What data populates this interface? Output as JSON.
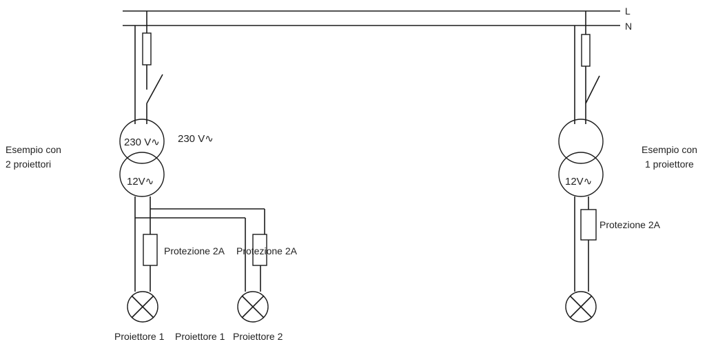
{
  "bus": {
    "line_label": "L",
    "neutral_label": "N"
  },
  "left_circuit": {
    "caption_line1": "Esempio con",
    "caption_line2": "2 proiettori",
    "primary_label": "230 V∿",
    "primary_label_outside": "230 V∿",
    "secondary_label": "12V∿",
    "protection_1": "Protezione 2A",
    "protection_2": "Protezione 2A",
    "lamp_1_label": "Proiettore 1",
    "lamp_2_label": "Proiettore 1",
    "lamp_3_label": "Proiettore 2"
  },
  "right_circuit": {
    "caption_line1": "Esempio con",
    "caption_line2": "1 proiettore",
    "secondary_label": "12V∿",
    "protection": "Protezione 2A"
  },
  "colors": {
    "stroke": "#1a1a1a",
    "text": "#222222",
    "background": "#ffffff"
  }
}
